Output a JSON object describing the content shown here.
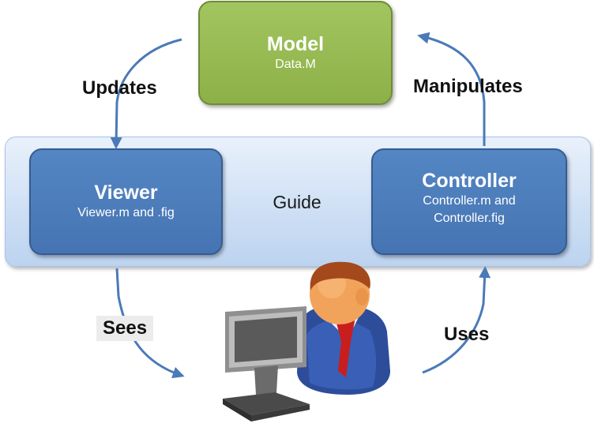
{
  "model": {
    "title": "Model",
    "subtitle": "Data.M"
  },
  "viewer": {
    "title": "Viewer",
    "subtitle": "Viewer.m and .fig"
  },
  "controller": {
    "title": "Controller",
    "subtitle_line1": "Controller.m and",
    "subtitle_line2": "Controller.fig"
  },
  "guide": {
    "label": "Guide"
  },
  "edges": {
    "updates": "Updates",
    "manipulates": "Manipulates",
    "sees": "Sees",
    "uses": "Uses"
  },
  "colors": {
    "model": "#8db048",
    "viewer": "#4674b2",
    "controller": "#4674b2",
    "guide_band": "#cfe0f5",
    "arrow": "#4a7ab8"
  },
  "icons": {
    "user": "user-at-computer-icon"
  }
}
